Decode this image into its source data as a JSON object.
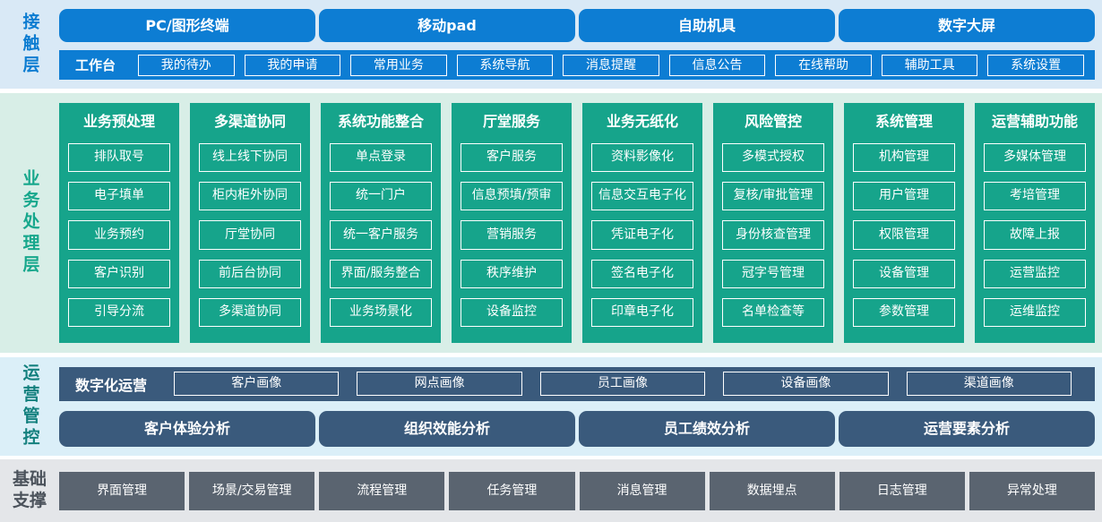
{
  "colors": {
    "channel_blue": "#0d7dd3",
    "business_green": "#16a48b",
    "ops_steel_blue": "#3a5a7c",
    "foundation_gray": "#5a6470",
    "contact_band_bg": "#d9e9f6",
    "business_band_bg": "#d8eee7",
    "ops_band_bg": "#dbeff8",
    "foundation_band_bg": "#e4e6e9",
    "contact_label": "#0b7cd1",
    "business_label": "#17a78c",
    "ops_label": "#13807e",
    "foundation_label": "#4b525b"
  },
  "contact": {
    "label": "接触层",
    "channels": [
      "PC/图形终端",
      "移动pad",
      "自助机具",
      "数字大屏"
    ],
    "workbench": {
      "label": "工作台",
      "items": [
        "我的待办",
        "我的申请",
        "常用业务",
        "系统导航",
        "消息提醒",
        "信息公告",
        "在线帮助",
        "辅助工具",
        "系统设置"
      ]
    }
  },
  "business": {
    "label": "业务处理层",
    "columns": [
      {
        "title": "业务预处理",
        "items": [
          "排队取号",
          "电子填单",
          "业务预约",
          "客户识别",
          "引导分流"
        ]
      },
      {
        "title": "多渠道协同",
        "items": [
          "线上线下协同",
          "柜内柜外协同",
          "厅堂协同",
          "前后台协同",
          "多渠道协同"
        ]
      },
      {
        "title": "系统功能整合",
        "items": [
          "单点登录",
          "统一门户",
          "统一客户服务",
          "界面/服务整合",
          "业务场景化"
        ]
      },
      {
        "title": "厅堂服务",
        "items": [
          "客户服务",
          "信息预填/预审",
          "营销服务",
          "秩序维护",
          "设备监控"
        ]
      },
      {
        "title": "业务无纸化",
        "items": [
          "资料影像化",
          "信息交互电子化",
          "凭证电子化",
          "签名电子化",
          "印章电子化"
        ]
      },
      {
        "title": "风险管控",
        "items": [
          "多模式授权",
          "复核/审批管理",
          "身份核查管理",
          "冠字号管理",
          "名单检查等"
        ]
      },
      {
        "title": "系统管理",
        "items": [
          "机构管理",
          "用户管理",
          "权限管理",
          "设备管理",
          "参数管理"
        ]
      },
      {
        "title": "运营辅助功能",
        "items": [
          "多媒体管理",
          "考培管理",
          "故障上报",
          "运营监控",
          "运维监控"
        ]
      }
    ]
  },
  "operations": {
    "label": "运营管控",
    "digital_ops": {
      "label": "数字化运营",
      "items": [
        "客户画像",
        "网点画像",
        "员工画像",
        "设备画像",
        "渠道画像"
      ]
    },
    "analysis": [
      "客户体验分析",
      "组织效能分析",
      "员工绩效分析",
      "运营要素分析"
    ]
  },
  "foundation": {
    "label": "基础支撑",
    "items": [
      "界面管理",
      "场景/交易管理",
      "流程管理",
      "任务管理",
      "消息管理",
      "数据埋点",
      "日志管理",
      "异常处理"
    ]
  }
}
